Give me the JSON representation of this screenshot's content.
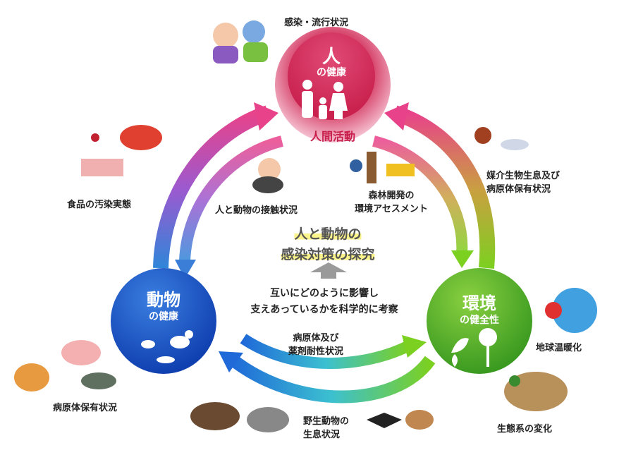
{
  "circles": {
    "human": {
      "title": "人",
      "subtitle": "の健康",
      "activity": "人間活動",
      "color": "#d8305f"
    },
    "animal": {
      "title": "動物",
      "subtitle": "の健康",
      "color": "#1f5fd0"
    },
    "environment": {
      "title": "環境",
      "subtitle": "の健全性",
      "color": "#5ab82a"
    }
  },
  "center": {
    "goal_line1": "人と動物の",
    "goal_line2": "感染対策の探究",
    "desc_line1": "互いにどのように影響し",
    "desc_line2": "支えあっているかを科学的に考察"
  },
  "labels": {
    "infection": "感染・流行状況",
    "food": "食品の汚染実態",
    "contact": "人と動物の接触状況",
    "forest1": "森林開発の",
    "forest2": "環境アセスメント",
    "vector1": "媒介生物生息及び",
    "vector2": "病原体保有状況",
    "resist1": "病原体及び",
    "resist2": "薬剤耐性状況",
    "warming": "地球温暖化",
    "animal_pathogen": "病原体保有状況",
    "wild1": "野生動物の",
    "wild2": "生息状況",
    "eco": "生態系の変化"
  }
}
